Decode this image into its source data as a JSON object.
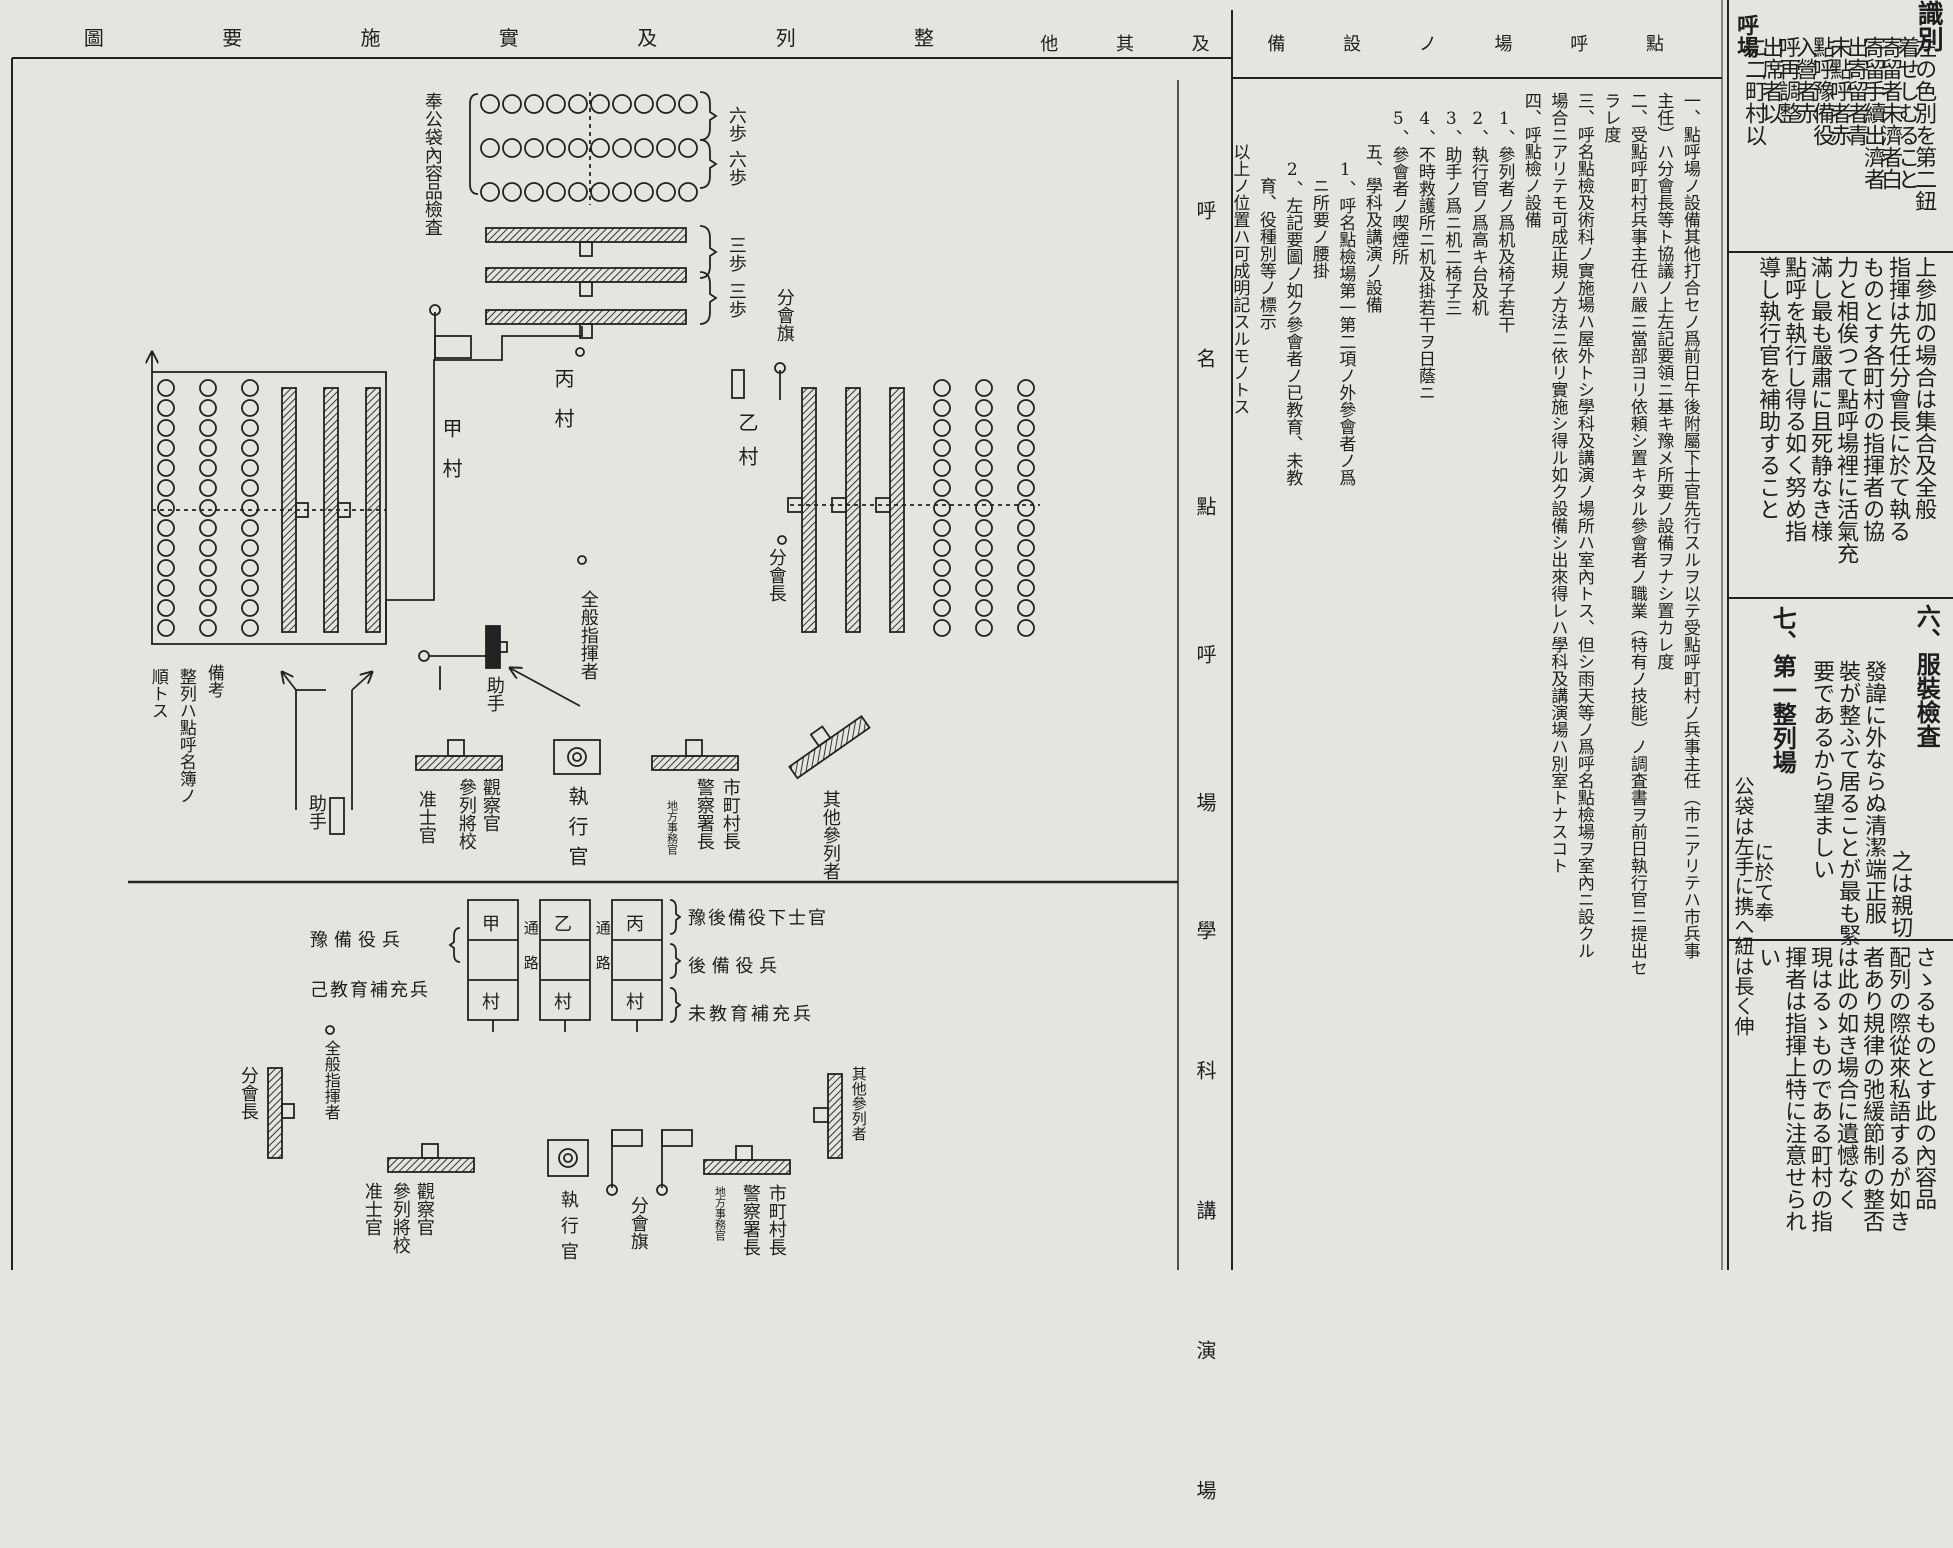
{
  "header": {
    "left_title": "整 列 及 實 施 要 圖",
    "mid_title": "點 呼 場 ノ 設 備 及 其 他"
  },
  "diagram": {
    "row_labels": {
      "rokuho_a": "六歩",
      "rokuho_b": "六歩",
      "sanpo_a": "三歩",
      "sanpo_b": "三歩"
    },
    "hoshi": "奉公袋內容品檢査",
    "groups": {
      "kou": "甲村",
      "otsu": "乙村",
      "hei": "丙村"
    },
    "bunkaicho": "分會長",
    "bunkaiki": "分會旗",
    "zenpan": "全般指揮者",
    "joshu": "助手",
    "joshu2": "助手",
    "sonota": "其他參列者",
    "shikkou": "執行官",
    "kansatsu": [
      "觀察官",
      "參列將校"
    ],
    "junshi": "准士官",
    "shichoson": [
      "市町村長",
      "警察署長"
    ],
    "chiho": "地方事務官",
    "biko": [
      "備考",
      "整列ハ點呼名簿ノ",
      "順トス"
    ],
    "lower": {
      "rows_left": [
        "豫備役兵",
        "己教育補充兵"
      ],
      "rows_right": [
        "豫後備役下士官",
        "後 備 役 兵",
        "未教育補充兵"
      ],
      "cols": [
        "甲",
        "乙",
        "丙"
      ],
      "muras": [
        "村",
        "村",
        "村"
      ],
      "tsuro": [
        "通路",
        "通路"
      ],
      "zenpan": "全般指揮者",
      "bunkaicho": "分會長",
      "sonota": "其他參列者",
      "kansatsu": [
        "觀察官",
        "參列將校"
      ],
      "junshi": "准士官",
      "shikkou": "執行官",
      "bunkaiki": "分會旗",
      "shichoson": [
        "市町村長",
        "警察署長"
      ],
      "chiho": "地方事務官"
    }
  },
  "section_labels": {
    "a": "呼 名 點 呼 場",
    "b": "學 科 講 演 場"
  },
  "text_cols": [
    "一、點呼場ノ設備其他打合セノ爲前日午後附屬下士官先行スルヲ以テ受點呼町村ノ兵事主任（市ニアリテハ市兵事",
    "主任）ハ分會長等ト協議ノ上左記要領ニ基キ豫メ所要ノ設備ヲナシ置カレ度",
    "二、受點呼町村兵事主任ハ嚴ニ當部ヨリ依頼シ置キタル參會者ノ職業（特有ノ技能）ノ調査書ヲ前日執行官ニ提出セ",
    "ラレ度",
    "三、呼名點檢及術科ノ實施場ハ屋外トシ學科及講演ノ場所ハ室內トス、但シ雨天等ノ爲呼名點檢場ヲ室內ニ設クル",
    "場合ニアリテモ可成正規ノ方法ニ依リ實施シ得ル如ク設備シ出來得レハ學科及講演場ハ別室トナスコト",
    "四、呼點檢ノ設備",
    "　1、參列者ノ爲机及椅子若干",
    "　2、執行官ノ爲高キ台及机",
    "　3、助手ノ爲ニ机二椅子三",
    "　4、不時救護所ニ机及掛若干ヲ日蔭ニ",
    "　5、參會者ノ喫煙所",
    "　　　五、學科及講演ノ設備",
    "　　　　1、呼名點檢場第一第二項ノ外參會者ノ爲",
    "　　　　　ニ所要ノ腰掛",
    "　　　　2、左記要圖ノ如ク參會者ノ已教育、未教",
    "　　　　　育、役種別等ノ標示",
    "　　　以上ノ位置ハ可成明記スルモノトス"
  ],
  "right_blocks": {
    "top_head": "識別",
    "top_head2": "呼場",
    "top_cols": [
      "左の色別を第二鈕",
      "着せしむること",
      "寄留者未濟者白",
      "寄留手續出濟者",
      "出寄留者青",
      "未點呼者赤",
      "點呼豫備役",
      "入營者赤",
      "呼再調整",
      "出席者以",
      "に二町村以"
    ],
    "mid_cols": [
      "上參加の場合は集合及全般",
      "指揮は先任分會長に於て執る",
      "ものとす各町村の指揮者の協",
      "力と相俟つて點呼場裡に活氣充",
      "滿し最も嚴肅に且死静なき様",
      "點呼を執行し得る如く努め指",
      "導し執行官を補助すること"
    ],
    "h6": "六、服裝檢査",
    "c6": [
      "之は親切",
      "發諱に外ならぬ清潔端正服",
      "裝が整ふて居ることが最も緊",
      "要であるから望ましい"
    ],
    "h7": "七、第一整列場",
    "c7": [
      "に於て奉",
      "公袋は左手に携へ紐は長く伸"
    ],
    "bot_cols": [
      "さゝるものとす此の內容品",
      "配列の際從來私語するが如き",
      "者あり規律の弛緩節制の整否",
      "は此の如き場合に遺憾なく",
      "現はるゝものである町村の指",
      "揮者は指揮上特に注意せられ",
      "い"
    ]
  }
}
